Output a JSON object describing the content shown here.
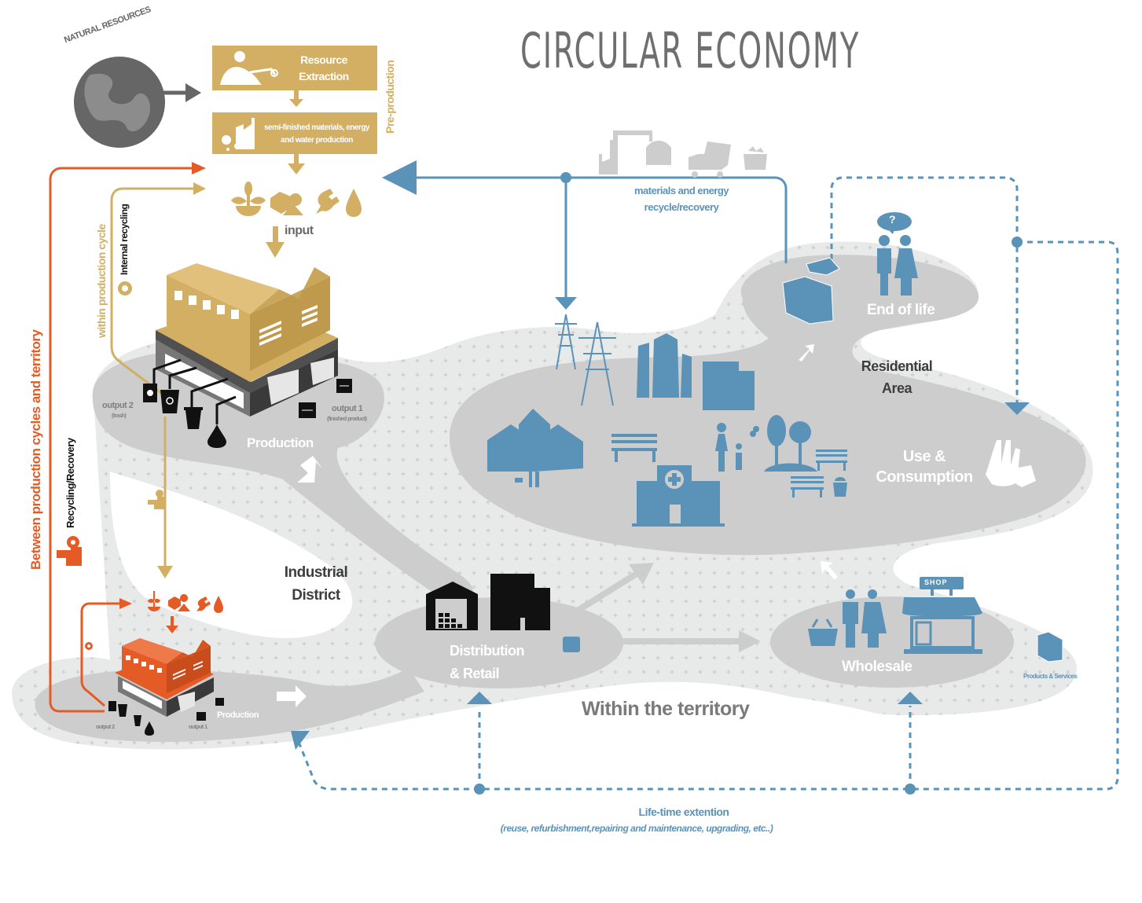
{
  "title": "CIRCULAR ECONOMY",
  "colors": {
    "gold": "#d2af62",
    "orange": "#e55b26",
    "blue": "#5b93b8",
    "grey_dark": "#666666",
    "zone_light": "#e8e9e9",
    "zone_mid": "#cdcdcd",
    "text_dark": "#3e3e3e"
  },
  "pre_production": {
    "natural_resources_label": "NATURAL RESOURCES",
    "resource_extraction_label": "Resource Extraction",
    "semi_finished_label_line1": "semi-finished materials, energy",
    "semi_finished_label_line2": "and water production",
    "side_label": "Pre-production",
    "input_label": "input",
    "input_icons": [
      "plant-icon",
      "raw-materials-icon",
      "plug-icon",
      "water-drop-icon"
    ]
  },
  "production_main": {
    "label": "Production",
    "output1_label": "output 1",
    "output1_sub": "(finished product)",
    "output2_label": "output 2",
    "output2_sub": "(trash)",
    "waste_icons": [
      "radioactive-barrel-icon",
      "recycle-bin-icon",
      "trash-can-icon",
      "toxic-drop-icon"
    ]
  },
  "production_small": {
    "label": "Production",
    "output1_label": "output 1",
    "output2_label": "output 2"
  },
  "loops": {
    "internal_recycling_label": "Internal recycling",
    "within_cycle_label": "within production cycle",
    "between_cycles_label": "Between production cycles and territory",
    "recycling_recovery_label": "Recycling/Recovery",
    "materials_energy_line1": "materials and energy",
    "materials_energy_line2": "recycle/recovery",
    "lifetime_label": "Life-time extention",
    "lifetime_sub": "(reuse, refurbishment,repairing and maintenance, upgrading, etc..)"
  },
  "zones": {
    "industrial_line1": "Industrial",
    "industrial_line2": "District",
    "distribution_line1": "Distribution",
    "distribution_line2": "& Retail",
    "within_territory": "Within the territory",
    "residential_line1": "Residential",
    "residential_line2": "Area",
    "end_of_life": "End of life",
    "use_line1": "Use &",
    "use_line2": "Consumption",
    "wholesale": "Wholesale",
    "shop_sign": "SHOP",
    "products_services": "Products & Services",
    "question_mark": "?"
  }
}
